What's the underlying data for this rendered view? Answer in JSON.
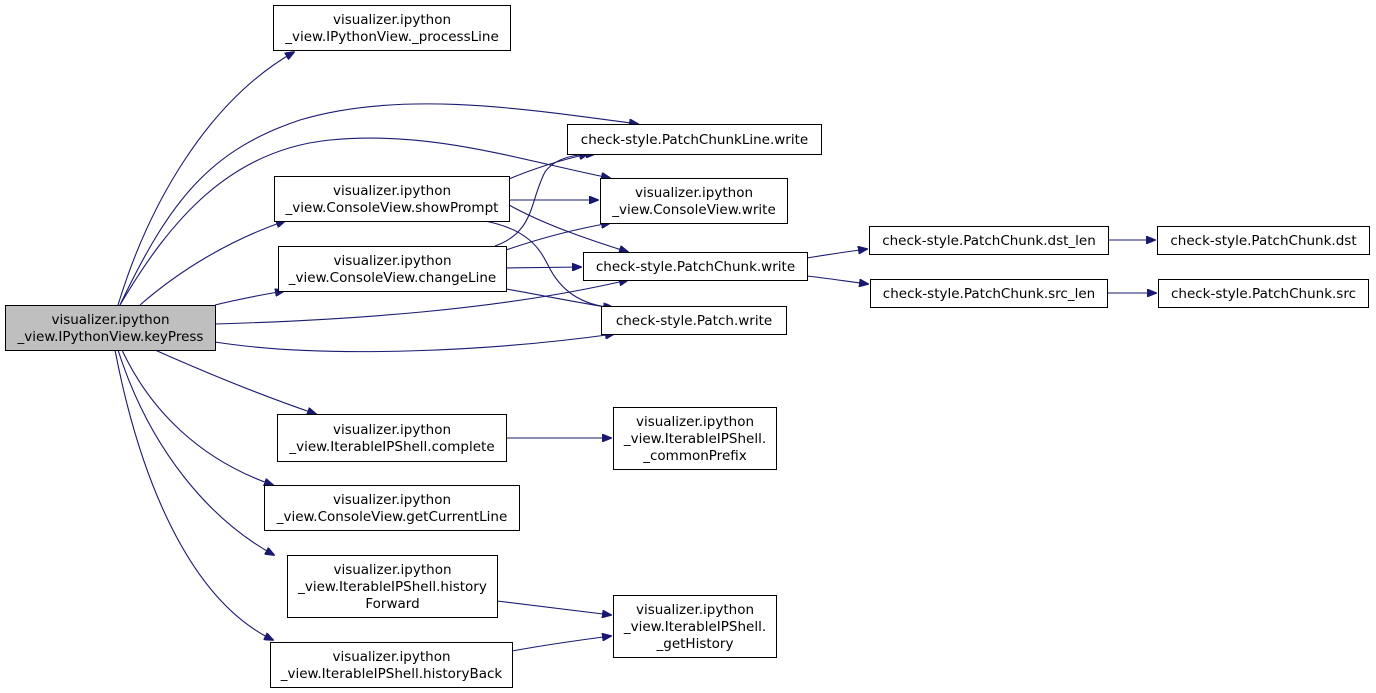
{
  "nodes": [
    {
      "id": "keypress",
      "lines": [
        "visualizer.ipython",
        "_view.IPythonView.keyPress"
      ],
      "root": true
    },
    {
      "id": "processline",
      "lines": [
        "visualizer.ipython",
        "_view.IPythonView._processLine"
      ]
    },
    {
      "id": "pcl_write",
      "lines": [
        "check-style.PatchChunkLine.write"
      ]
    },
    {
      "id": "showprompt",
      "lines": [
        "visualizer.ipython",
        "_view.ConsoleView.showPrompt"
      ]
    },
    {
      "id": "cv_write",
      "lines": [
        "visualizer.ipython",
        "_view.ConsoleView.write"
      ]
    },
    {
      "id": "changeline",
      "lines": [
        "visualizer.ipython",
        "_view.ConsoleView.changeLine"
      ]
    },
    {
      "id": "pc_write",
      "lines": [
        "check-style.PatchChunk.write"
      ]
    },
    {
      "id": "dst_len",
      "lines": [
        "check-style.PatchChunk.dst_len"
      ]
    },
    {
      "id": "dst",
      "lines": [
        "check-style.PatchChunk.dst"
      ]
    },
    {
      "id": "src_len",
      "lines": [
        "check-style.PatchChunk.src_len"
      ]
    },
    {
      "id": "src",
      "lines": [
        "check-style.PatchChunk.src"
      ]
    },
    {
      "id": "p_write",
      "lines": [
        "check-style.Patch.write"
      ]
    },
    {
      "id": "complete",
      "lines": [
        "visualizer.ipython",
        "_view.IterableIPShell.complete"
      ]
    },
    {
      "id": "commonprefix",
      "lines": [
        "visualizer.ipython",
        "_view.IterableIPShell.",
        "_commonPrefix"
      ]
    },
    {
      "id": "getcurrentline",
      "lines": [
        "visualizer.ipython",
        "_view.ConsoleView.getCurrentLine"
      ]
    },
    {
      "id": "histforward",
      "lines": [
        "visualizer.ipython",
        "_view.IterableIPShell.history",
        "Forward"
      ]
    },
    {
      "id": "gethistory",
      "lines": [
        "visualizer.ipython",
        "_view.IterableIPShell.",
        "_getHistory"
      ]
    },
    {
      "id": "histback",
      "lines": [
        "visualizer.ipython",
        "_view.IterableIPShell.historyBack"
      ]
    }
  ],
  "edges": [
    [
      "keypress",
      "processline"
    ],
    [
      "keypress",
      "pcl_write"
    ],
    [
      "keypress",
      "cv_write"
    ],
    [
      "keypress",
      "showprompt"
    ],
    [
      "keypress",
      "changeline"
    ],
    [
      "keypress",
      "pc_write"
    ],
    [
      "keypress",
      "p_write"
    ],
    [
      "keypress",
      "complete"
    ],
    [
      "keypress",
      "getcurrentline"
    ],
    [
      "keypress",
      "histforward"
    ],
    [
      "keypress",
      "histback"
    ],
    [
      "showprompt",
      "pcl_write"
    ],
    [
      "showprompt",
      "cv_write"
    ],
    [
      "showprompt",
      "pc_write"
    ],
    [
      "showprompt",
      "p_write"
    ],
    [
      "changeline",
      "pcl_write"
    ],
    [
      "changeline",
      "cv_write"
    ],
    [
      "changeline",
      "pc_write"
    ],
    [
      "changeline",
      "p_write"
    ],
    [
      "pc_write",
      "dst_len"
    ],
    [
      "pc_write",
      "src_len"
    ],
    [
      "dst_len",
      "dst"
    ],
    [
      "src_len",
      "src"
    ],
    [
      "complete",
      "commonprefix"
    ],
    [
      "histforward",
      "gethistory"
    ],
    [
      "histback",
      "gethistory"
    ]
  ]
}
